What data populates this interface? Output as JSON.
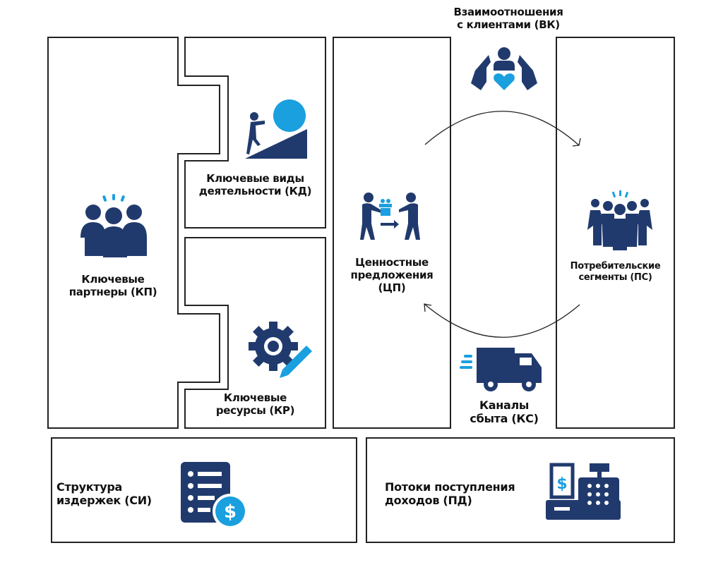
{
  "colors": {
    "dark": "#213a6e",
    "accent": "#1a9fdf",
    "line": "#222222"
  },
  "blocks": {
    "kp": {
      "line1": "Ключевые",
      "line2": "партнеры (КП)",
      "icon": "business-team-icon"
    },
    "kd": {
      "line1": "Ключевые виды",
      "line2": "деятельности (КД)",
      "icon": "pushing-boulder-icon"
    },
    "kr": {
      "line1": "Ключевые",
      "line2": "ресурсы (КР)",
      "icon": "gear-pencil-icon"
    },
    "cp": {
      "line1": "Ценностные",
      "line2": "предложения",
      "line3": "(ЦП)",
      "icon": "gift-handover-icon"
    },
    "vk": {
      "line1": "Взаимоотношения",
      "line2": "с клиентами (ВК)",
      "icon": "hands-person-heart-icon"
    },
    "ks": {
      "line1": "Каналы",
      "line2": "сбыта (КС)",
      "icon": "delivery-truck-icon"
    },
    "ps": {
      "line1": "Потребительские",
      "line2": "сегменты (ПС)",
      "icon": "crowd-icon"
    },
    "si": {
      "line1": "Структура",
      "line2": "издержек (СИ)",
      "icon": "cost-list-dollar-icon"
    },
    "pd": {
      "line1": "Потоки поступления",
      "line2": "доходов (ПД)",
      "icon": "cash-register-icon"
    }
  }
}
